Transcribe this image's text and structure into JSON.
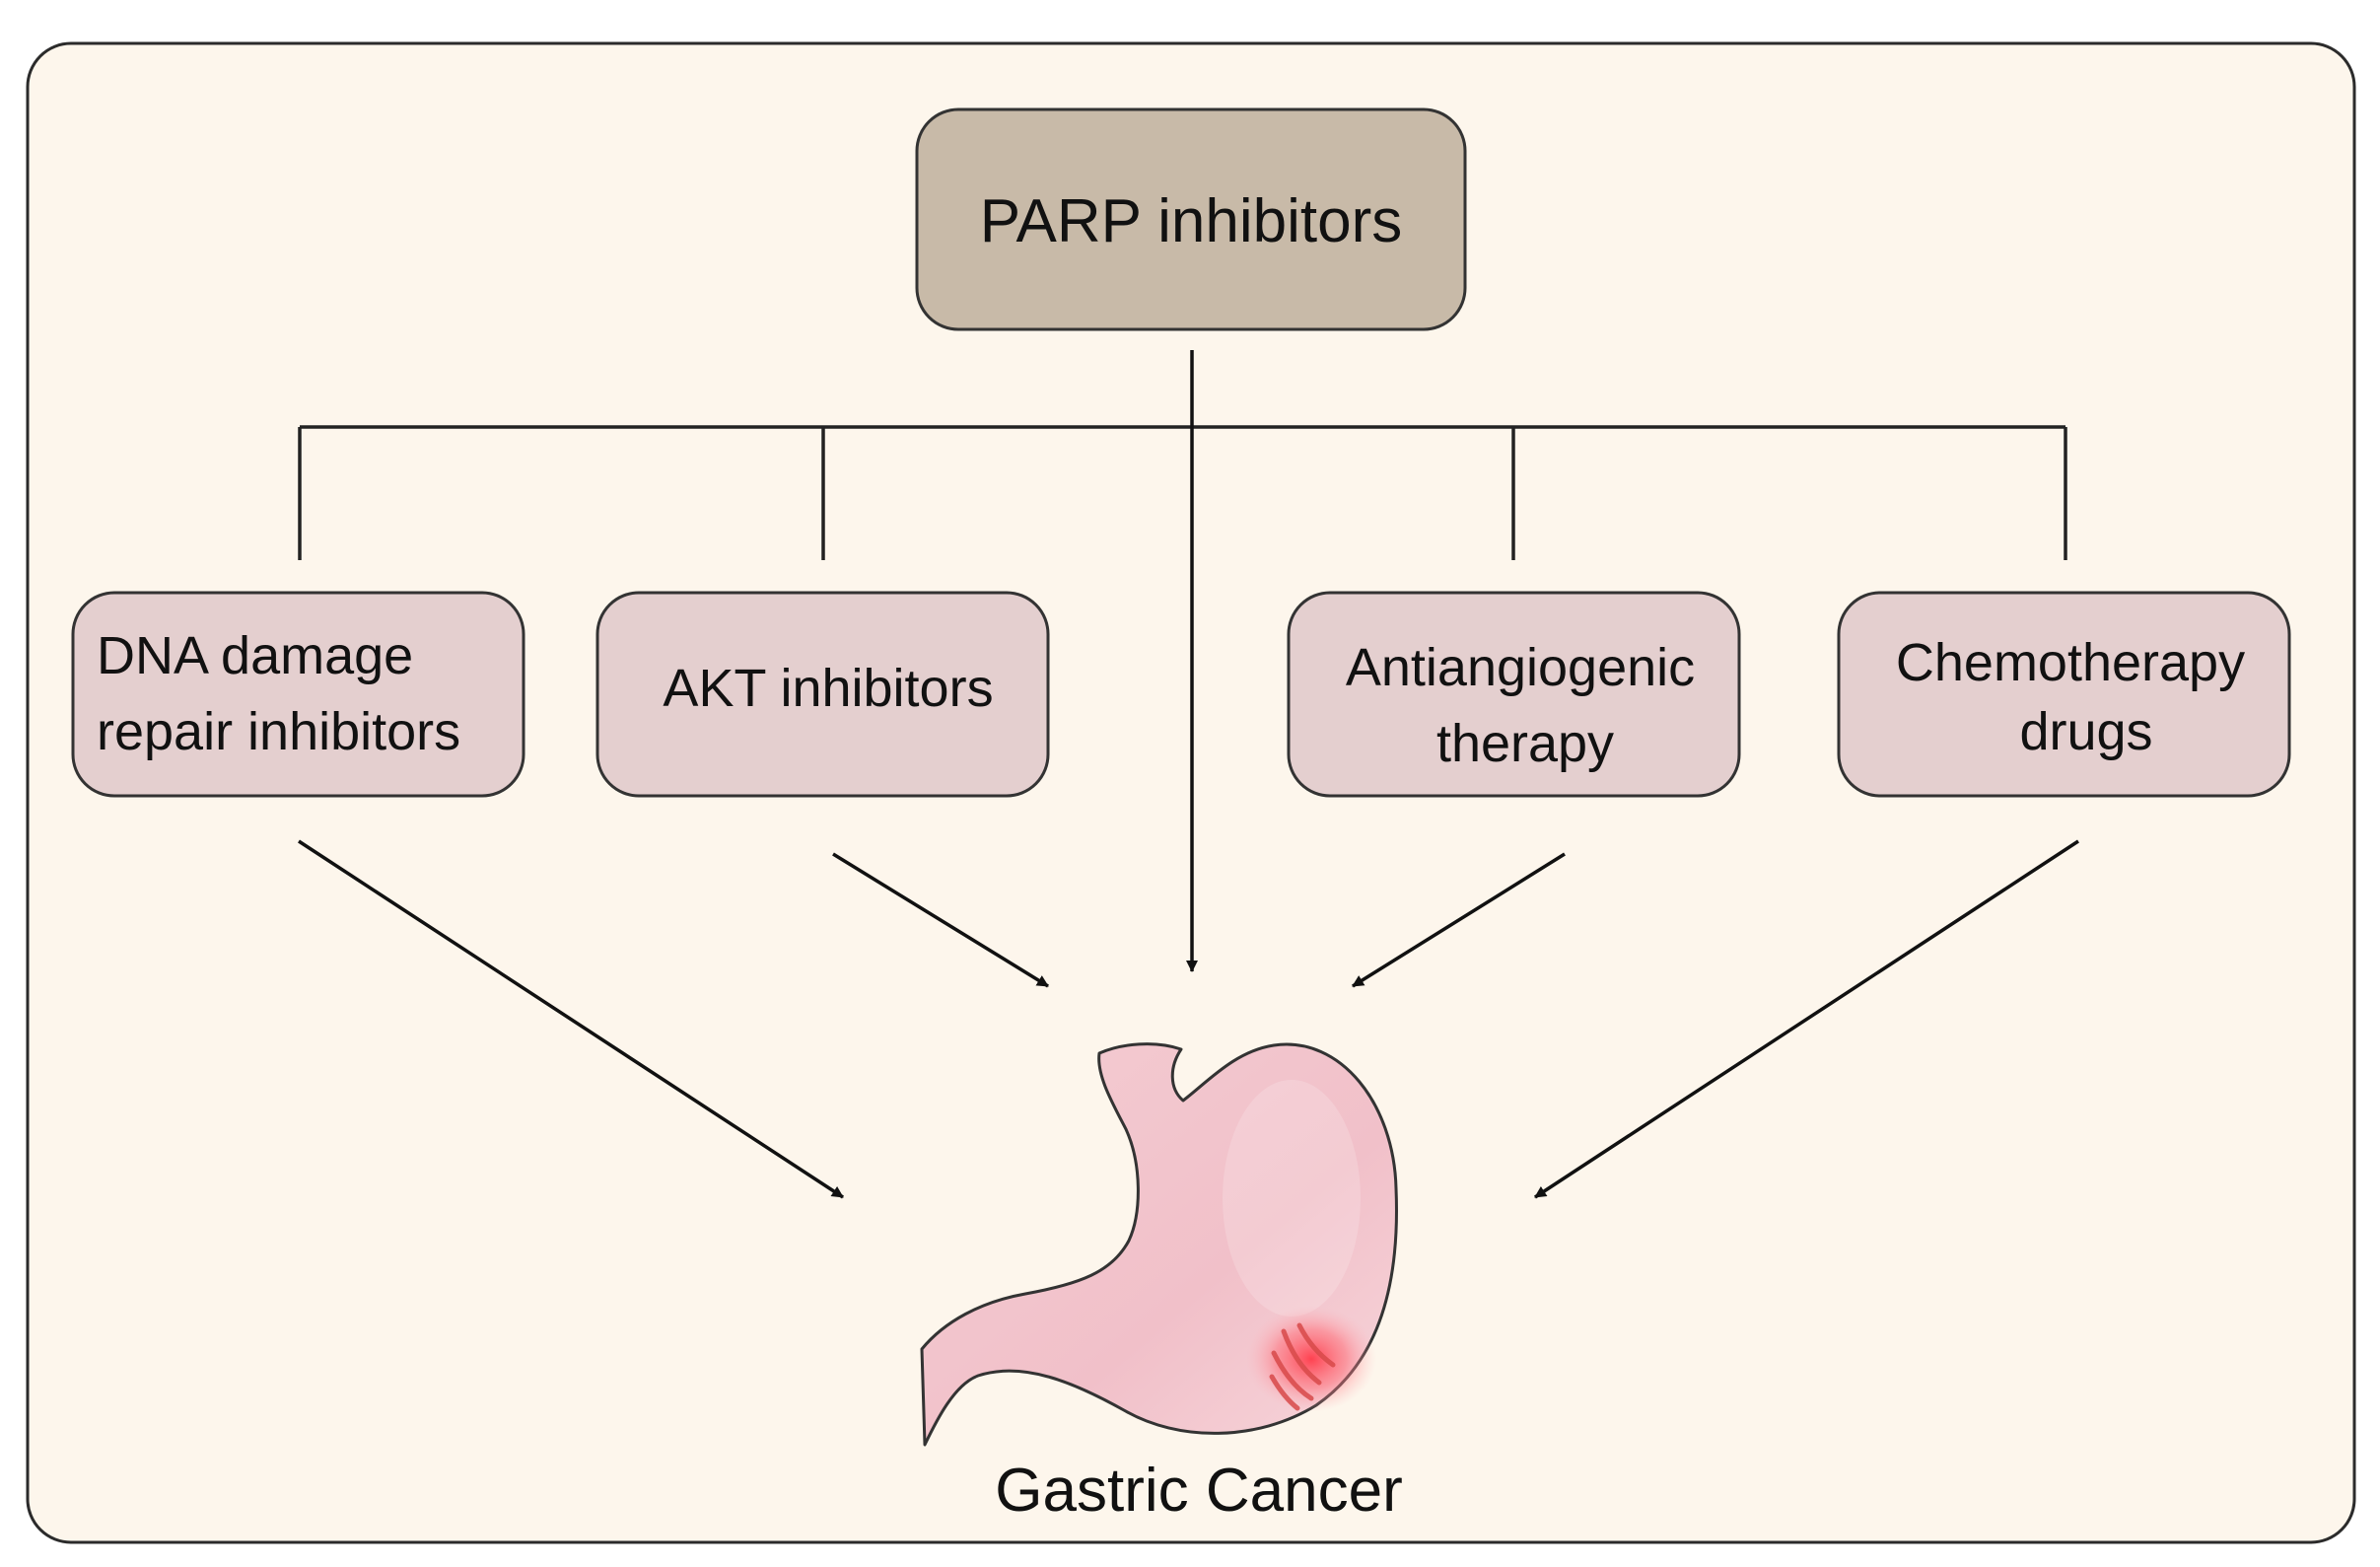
{
  "diagram": {
    "root": {
      "label": "PARP inhibitors"
    },
    "children": [
      {
        "id": "dna",
        "lines": [
          "DNA damage",
          "repair inhibitors"
        ]
      },
      {
        "id": "akt",
        "lines": [
          "AKT inhibitors"
        ]
      },
      {
        "id": "anti",
        "lines": [
          "Antiangiogenic",
          "therapy"
        ]
      },
      {
        "id": "chemo",
        "lines": [
          "Chemotherapy",
          "drugs"
        ]
      }
    ],
    "target": {
      "label": "Gastric Cancer",
      "icon": "stomach-icon"
    }
  },
  "colors": {
    "panel_bg": "#fdf6ec",
    "panel_border": "#2b2b2b",
    "root_fill": "#c8baa8",
    "child_fill": "#e4cfcf",
    "stomach_fill": "#f2c2cc",
    "lesion": "#f5505f"
  }
}
